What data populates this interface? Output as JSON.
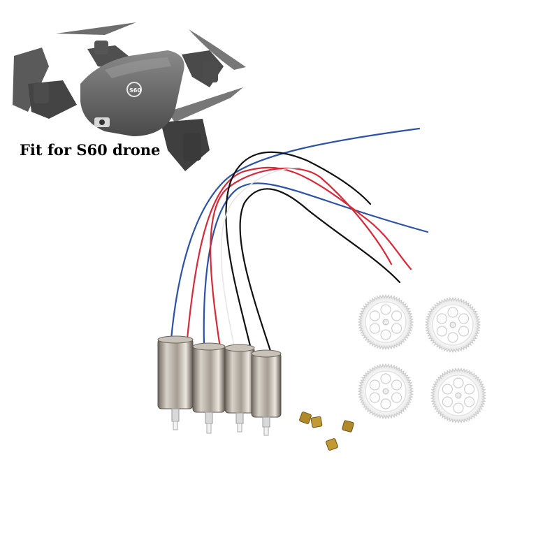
{
  "caption": "Fit for S60 drone",
  "drone": {
    "badge_text": "S60"
  },
  "colors": {
    "wire_red": "#d62a3a",
    "wire_blue": "#2c52a6",
    "wire_black": "#111111",
    "motor_body": "#b9b2a8",
    "gear": "#f6f6f6",
    "brass": "#b08a2a",
    "drone_body": "#6a6a6a"
  },
  "items": {
    "motor_count": 4,
    "gear_count": 4,
    "brass_gear_count": 4
  }
}
